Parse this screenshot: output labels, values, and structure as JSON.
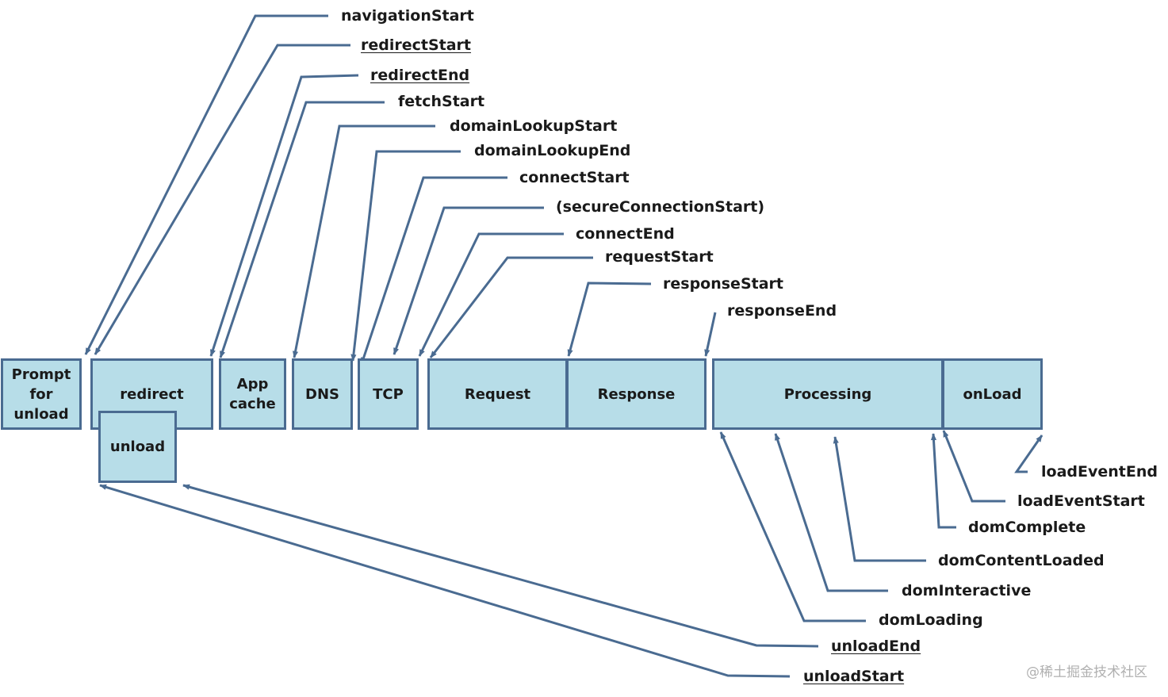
{
  "phases": {
    "prompt": "Prompt\nfor\nunload",
    "redirect": "redirect",
    "unload": "unload",
    "app_cache": "App\ncache",
    "dns": "DNS",
    "tcp": "TCP",
    "request": "Request",
    "response": "Response",
    "processing": "Processing",
    "onload": "onLoad"
  },
  "events": {
    "navigationStart": "navigationStart",
    "redirectStart": "redirectStart",
    "redirectEnd": "redirectEnd",
    "fetchStart": "fetchStart",
    "domainLookupStart": "domainLookupStart",
    "domainLookupEnd": "domainLookupEnd",
    "connectStart": "connectStart",
    "secureConnectionStart": "(secureConnectionStart)",
    "connectEnd": "connectEnd",
    "requestStart": "requestStart",
    "responseStart": "responseStart",
    "responseEnd": "responseEnd",
    "loadEventEnd": "loadEventEnd",
    "loadEventStart": "loadEventStart",
    "domComplete": "domComplete",
    "domContentLoaded": "domContentLoaded",
    "domInteractive": "domInteractive",
    "domLoading": "domLoading",
    "unloadEnd": "unloadEnd",
    "unloadStart": "unloadStart"
  },
  "watermark": "@稀土掘金技术社区",
  "colors": {
    "box_fill": "#b7dde8",
    "box_border": "#4a6b91",
    "line": "#4a6b91"
  }
}
